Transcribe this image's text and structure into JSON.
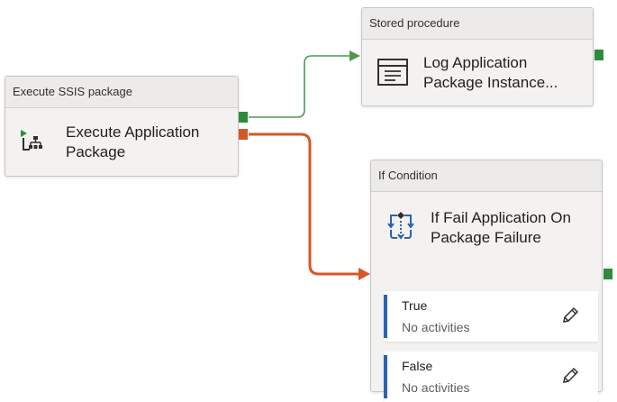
{
  "execute_ssis": {
    "type_label": "Execute SSIS package",
    "title_line1": "Execute Application",
    "title_line2": "Package"
  },
  "stored_procedure": {
    "type_label": "Stored procedure",
    "title_line1": "Log Application",
    "title_line2": "Package Instance..."
  },
  "if_condition": {
    "type_label": "If Condition",
    "title_line1": "If Fail Application On",
    "title_line2": "Package Failure",
    "cases": [
      {
        "label": "True",
        "activities": "No activities"
      },
      {
        "label": "False",
        "activities": "No activities"
      }
    ]
  },
  "colors": {
    "success": "#2e8b3d",
    "failure": "#d4572a",
    "case_accent": "#2b63b3"
  }
}
